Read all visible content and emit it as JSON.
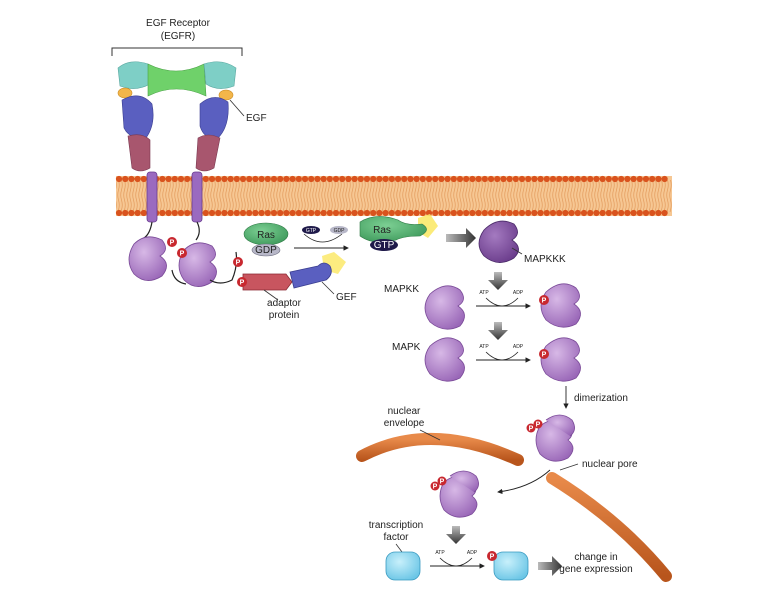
{
  "labels": {
    "egfr_title_1": "EGF Receptor",
    "egfr_title_2": "(EGFR)",
    "egf": "EGF",
    "ras": "Ras",
    "gdp": "GDP",
    "gtp": "GTP",
    "gtp_small": "GTP",
    "gdp_small": "GDP",
    "adaptor_1": "adaptor",
    "adaptor_2": "protein",
    "gef": "GEF",
    "mapkkk": "MAPKKK",
    "mapkk": "MAPKK",
    "mapk": "MAPK",
    "atp": "ATP",
    "adp": "ADP",
    "dimerization": "dimerization",
    "nuclear_envelope_1": "nuclear",
    "nuclear_envelope_2": "envelope",
    "nuclear_pore": "nuclear pore",
    "transcription_factor_1": "transcription",
    "transcription_factor_2": "factor",
    "change_1": "change in",
    "change_2": "gene expression",
    "p": "P"
  },
  "colors": {
    "membrane_head": "#d9531e",
    "membrane_band": "#f3b77a",
    "kinase_dark": "#8a57a8",
    "kinase_light": "#c39ad6",
    "ras_green": "#4bab6b",
    "gtp_navy": "#1f1a4a",
    "receptor_teal": "#7ecfc6",
    "receptor_green": "#6fd16a",
    "receptor_blue": "#5a5fc0",
    "receptor_mauve": "#a8566e",
    "phospho_red": "#c8282f",
    "envelope_orange": "#d26a2a",
    "tf_cyan": "#8fd8ef",
    "spark_yellow": "#fbe96a"
  }
}
